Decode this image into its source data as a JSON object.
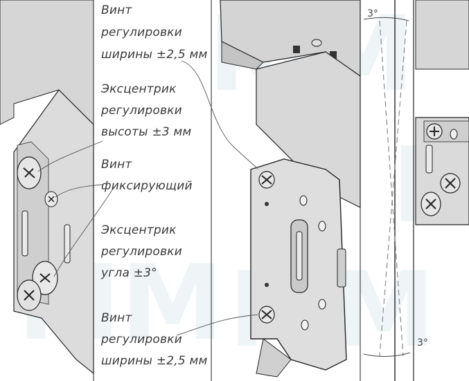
{
  "watermark": "MM",
  "callouts": [
    {
      "id": "width-screw-top",
      "lines": [
        "Винт",
        "регулировки",
        "ширины ±2,5 мм"
      ]
    },
    {
      "id": "height-eccentric",
      "lines": [
        "Эксцентрик",
        "регулировки",
        "высоты ±3 мм"
      ]
    },
    {
      "id": "fixing-screw",
      "lines": [
        "Винт",
        "фиксирующий"
      ]
    },
    {
      "id": "angle-eccentric",
      "lines": [
        "Эксцентрик",
        "регулировки",
        "угла ±3°"
      ]
    },
    {
      "id": "width-screw-bottom",
      "lines": [
        "Винт",
        "регулировки",
        "ширины ±2,5 мм"
      ]
    }
  ],
  "angle_labels": {
    "top": "3°",
    "bottom": "3°"
  },
  "colors": {
    "panel": "#d9d9d9",
    "panel_dark": "#c4c4c4",
    "line": "#222222",
    "leader": "#555555",
    "dash": "#8a8a8a"
  }
}
